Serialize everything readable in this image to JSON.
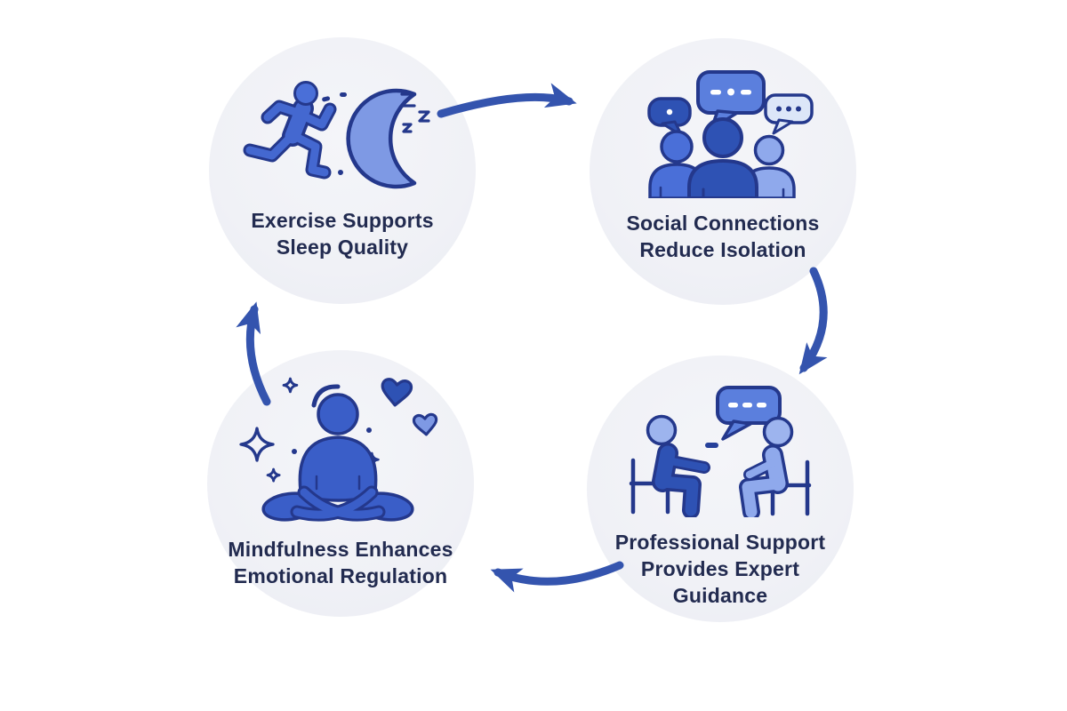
{
  "diagram": {
    "type": "cycle",
    "node_count": 4,
    "palette": {
      "page_background": "#ffffff",
      "circle_background": "#f0f1f6",
      "text": "#222b50",
      "arrow": "#3454ae",
      "outline_navy": "#24388c",
      "blue_dark": "#2e52b4",
      "blue_medium": "#4468d0",
      "blue_light": "#8fa9ec",
      "blue_pale": "#dce6f8",
      "moon_fill": "#7e99e4"
    }
  },
  "nodes": [
    {
      "id": "exercise-sleep",
      "icon": "runner-and-moon-icon",
      "lines": [
        "Exercise Supports",
        "Sleep Quality"
      ]
    },
    {
      "id": "social-connections",
      "icon": "group-with-speech-bubbles-icon",
      "lines": [
        "Social Connections",
        "Reduce Isolation"
      ]
    },
    {
      "id": "professional-support",
      "icon": "counseling-session-icon",
      "lines": [
        "Professional Support",
        "Provides Expert",
        "Guidance"
      ]
    },
    {
      "id": "mindfulness",
      "icon": "meditating-person-icon",
      "lines": [
        "Mindfulness Enhances",
        "Emotional Regulation"
      ]
    }
  ],
  "arrows": [
    {
      "from": "exercise-sleep",
      "to": "social-connections",
      "position": "top"
    },
    {
      "from": "social-connections",
      "to": "professional-support",
      "position": "right"
    },
    {
      "from": "professional-support",
      "to": "mindfulness",
      "position": "bottom"
    },
    {
      "from": "mindfulness",
      "to": "exercise-sleep",
      "position": "left"
    }
  ]
}
